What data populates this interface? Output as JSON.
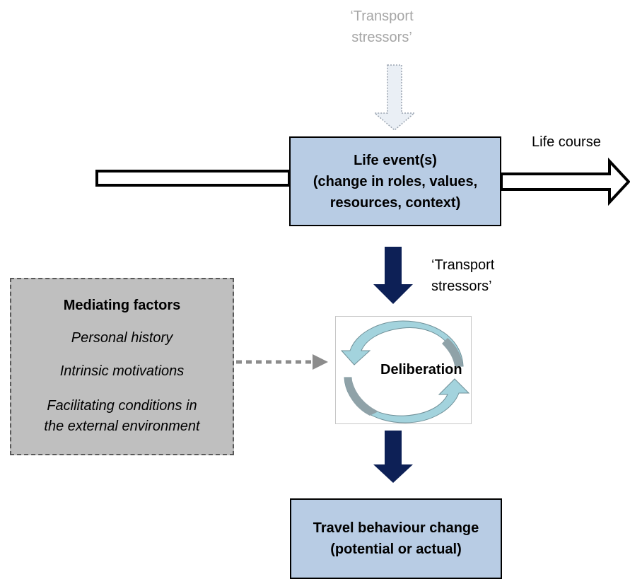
{
  "top_stressors": {
    "line1": "‘Transport",
    "line2": "stressors’"
  },
  "life_event": {
    "line1": "Life event(s)",
    "line2": "(change in roles, values,",
    "line3": "resources, context)"
  },
  "life_course": "Life course",
  "mid_stressors": {
    "line1": "‘Transport",
    "line2": "stressors’"
  },
  "mediating": {
    "title": "Mediating factors",
    "items": [
      "Personal history",
      "Intrinsic motivations",
      "Facilitating conditions in",
      "the external environment"
    ]
  },
  "deliberation": "Deliberation",
  "travel_change": {
    "line1": "Travel behaviour change",
    "line2": "(potential or actual)"
  },
  "colors": {
    "box_fill": "#b8cce4",
    "dark_arrow": "#0d2056",
    "cycle_arrow": "#a3d3dd",
    "mediating_fill": "#bfbfbf",
    "faded_text": "#a6a6a6"
  }
}
